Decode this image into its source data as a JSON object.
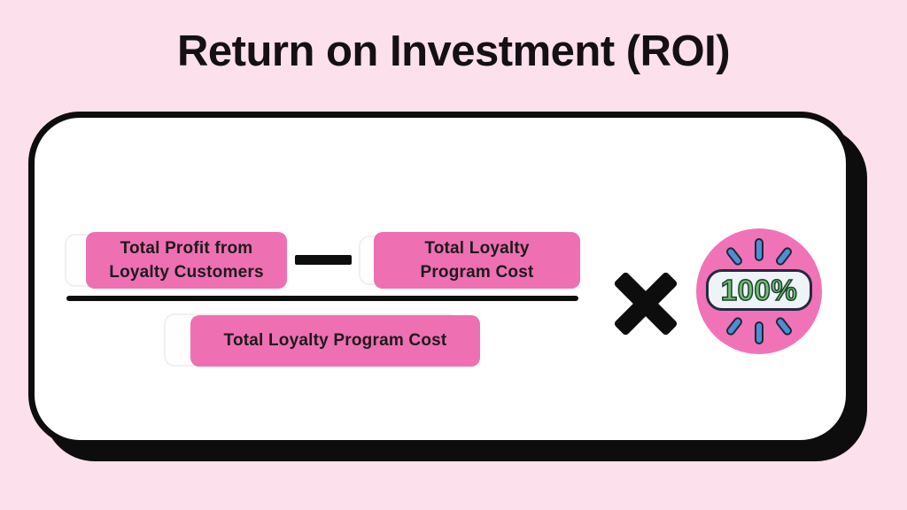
{
  "title": "Return on Investment (ROI)",
  "formula": {
    "minuend": {
      "line1": "Total Profit from",
      "line2": "Loyalty Customers"
    },
    "operator_minus": "−",
    "subtrahend": {
      "line1": "Total Loyalty",
      "line2": "Program Cost"
    },
    "denominator": "Total Loyalty Program Cost",
    "operator_multiply": "×",
    "badge": {
      "value": "100%"
    }
  },
  "colors": {
    "background": "#FCE0EC",
    "card_background": "#FFFFFF",
    "outline_black": "#0D0D0D",
    "box_pink": "#EF6FB3",
    "badge_pink": "#F173B7",
    "ray_blue": "#4B8FD2",
    "percent_green": "#72BE75",
    "panel_background": "#EDF3F7",
    "panel_border": "#252A40",
    "text_dark": "#1B1B1B"
  }
}
